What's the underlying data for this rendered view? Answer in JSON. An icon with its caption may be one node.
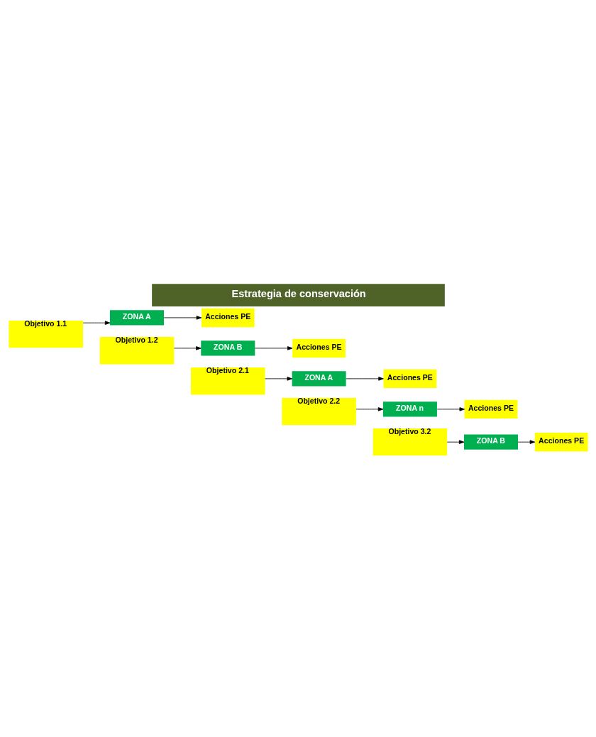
{
  "diagram": {
    "title": "Estrategia de conservación",
    "nodes": [
      {
        "text": [
          "Objetivo 1.1"
        ]
      },
      {
        "text": [
          "ZONA A"
        ]
      },
      {
        "text": [
          "Acciones PE"
        ]
      },
      {
        "text": [
          "Objetivo 1.2"
        ]
      },
      {
        "text": [
          "ZONA B"
        ]
      },
      {
        "text": [
          "Acciones PE"
        ]
      },
      {
        "text": [
          "Objetivo 2.1"
        ]
      },
      {
        "text": [
          "ZONA A"
        ]
      },
      {
        "text": [
          "Acciones PE"
        ]
      },
      {
        "text": [
          "Objetivo 2.2"
        ]
      },
      {
        "text": [
          "ZONA n"
        ]
      },
      {
        "text": [
          "Acciones PE"
        ]
      },
      {
        "text": [
          "Objetivo 3.2"
        ]
      },
      {
        "text": [
          "ZONA B"
        ]
      },
      {
        "text": [
          "Acciones PE"
        ]
      }
    ],
    "edges": [
      {
        "from": 0,
        "to": 1,
        "arrow": "to"
      },
      {
        "from": 1,
        "to": 2,
        "arrow": "to"
      },
      {
        "from": 3,
        "to": 4,
        "arrow": "to"
      },
      {
        "from": 4,
        "to": 5,
        "arrow": "to"
      },
      {
        "from": 6,
        "to": 7,
        "arrow": "to"
      },
      {
        "from": 7,
        "to": 8,
        "arrow": "to"
      },
      {
        "from": 9,
        "to": 10,
        "arrow": "to"
      },
      {
        "from": 10,
        "to": 11,
        "arrow": "to"
      },
      {
        "from": 12,
        "to": 13,
        "arrow": "to"
      },
      {
        "from": 13,
        "to": 14,
        "arrow": "to"
      }
    ]
  }
}
